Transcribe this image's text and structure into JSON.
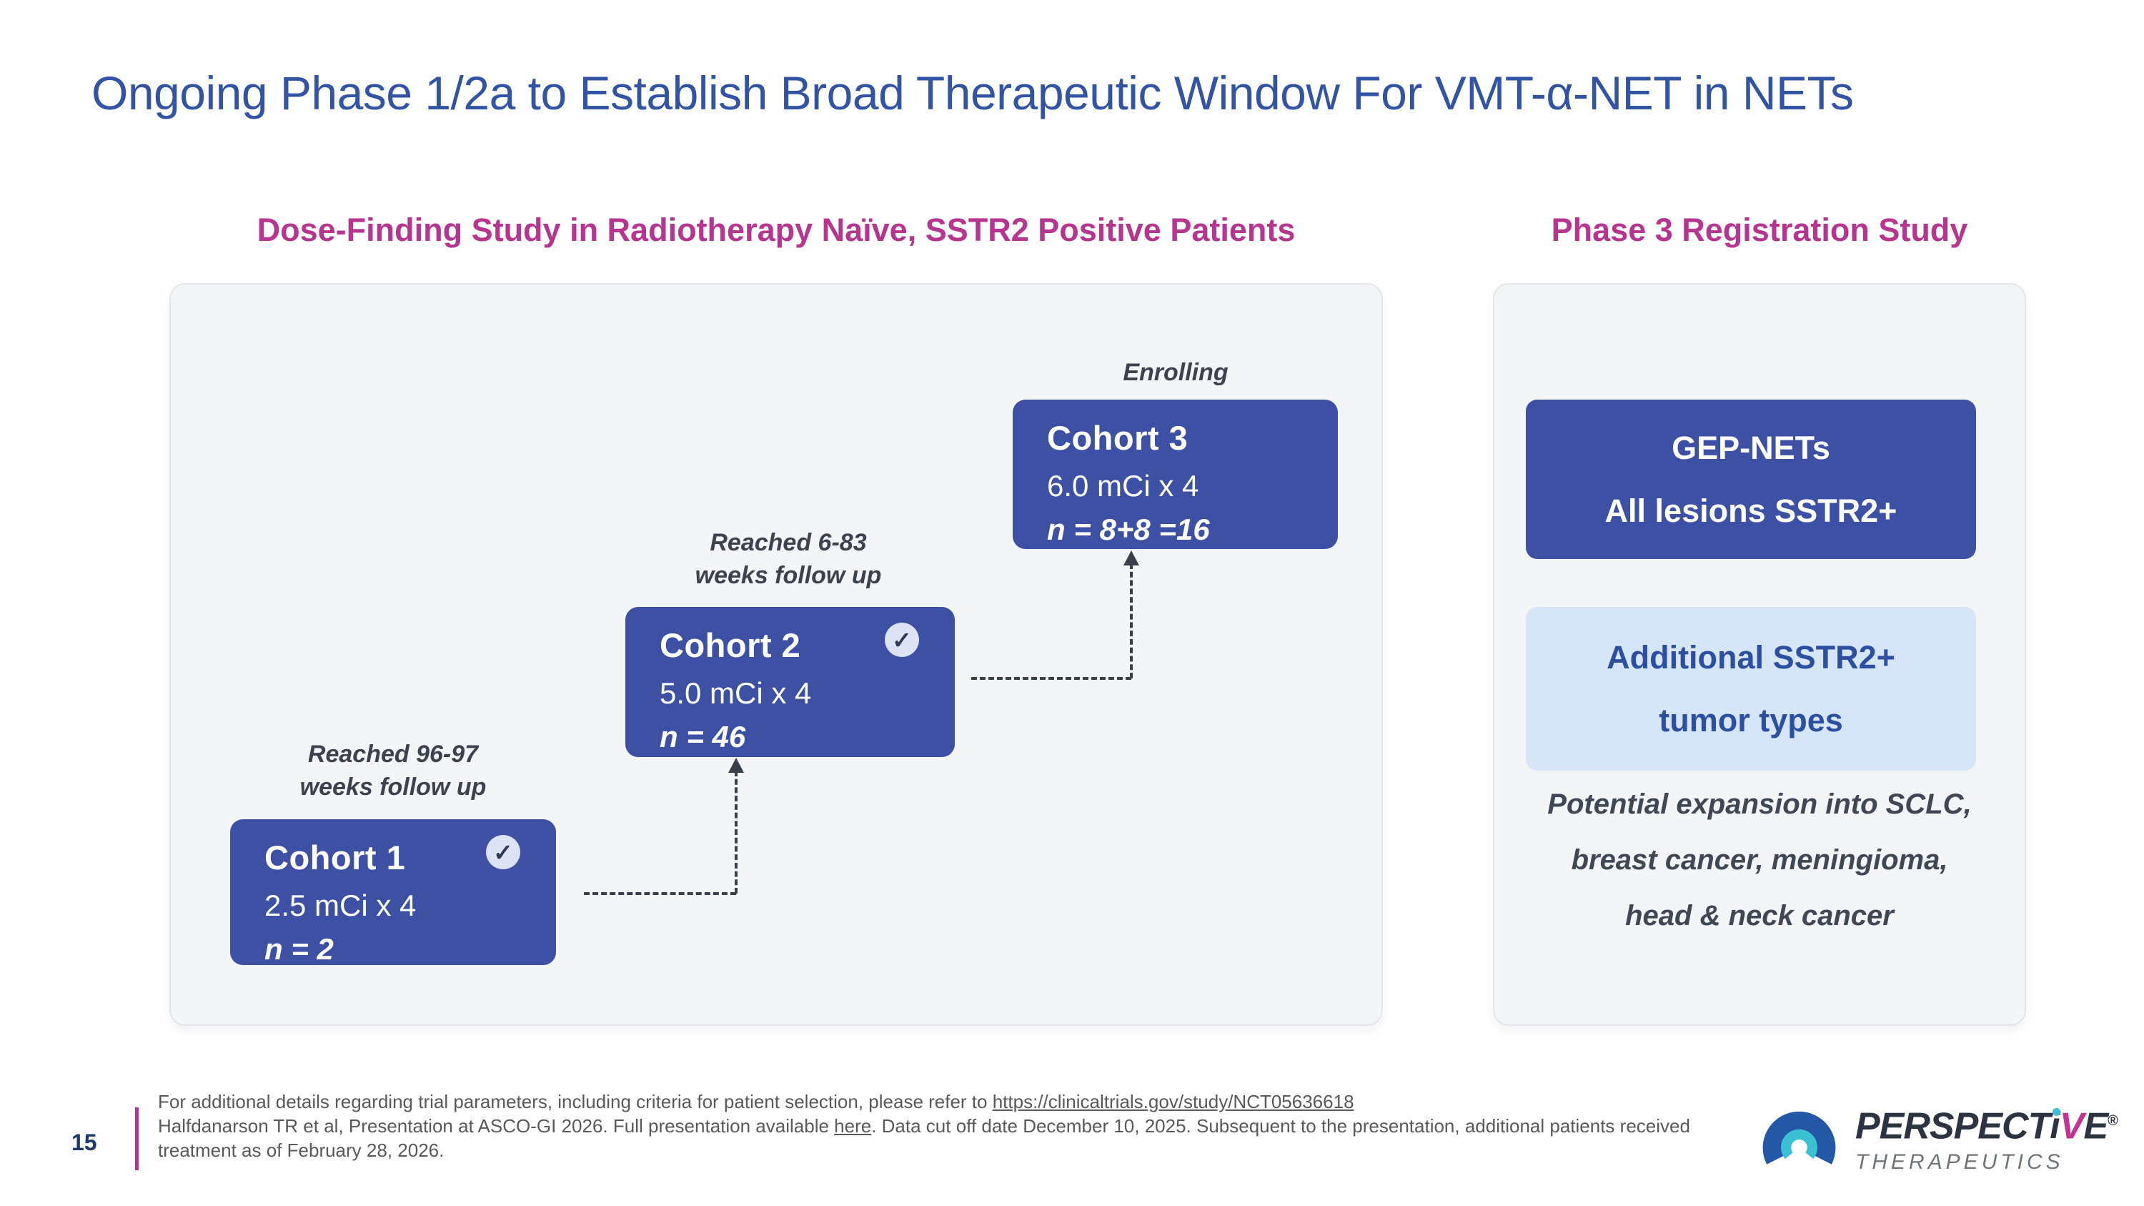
{
  "slide": {
    "title": "Ongoing Phase 1/2a to Establish Broad Therapeutic Window For VMT-α-NET in NETs"
  },
  "dose_finding": {
    "header": "Dose-Finding Study in Radiotherapy Naïve, SSTR2 Positive Patients",
    "cohorts": [
      {
        "name": "Cohort 1",
        "dose": "2.5 mCi x 4",
        "n": "n = 2",
        "status": "complete",
        "annotation": "Reached 96-97\nweeks follow up"
      },
      {
        "name": "Cohort 2",
        "dose": "5.0 mCi x 4",
        "n": "n = 46",
        "status": "complete",
        "annotation": "Reached 6-83\nweeks follow up"
      },
      {
        "name": "Cohort 3",
        "dose": "6.0 mCi x 4",
        "n": "n = 8+8 =16",
        "status": "enrolling",
        "annotation": "Enrolling"
      }
    ],
    "check_glyph": "✓"
  },
  "phase3": {
    "header": "Phase 3 Registration Study",
    "primary_box": {
      "line1": "GEP-NETs",
      "line2": "All lesions SSTR2+"
    },
    "secondary_box": {
      "line1": "Additional SSTR2+",
      "line2": "tumor types"
    },
    "note": "Potential expansion into SCLC,\nbreast cancer, meningioma,\nhead & neck cancer"
  },
  "footer": {
    "page_number": "15",
    "line1_text": "For additional details regarding trial parameters, including criteria for patient selection, please refer to ",
    "line1_link": "https://clinicaltrials.gov/study/NCT05636618",
    "line2_text": "Halfdanarson TR et al, Presentation at ASCO-GI 2026. Full presentation available ",
    "line2_link": "here",
    "line2_text_after": ". Data cut off date December 10, 2025. Subsequent to the presentation, additional patients received",
    "line3_text": "treatment as of February 28, 2026."
  },
  "logo": {
    "brand_prefix": "PERSPECT",
    "brand_i": "i",
    "brand_v": "V",
    "brand_suffix": "E",
    "registered": "®",
    "subtitle": "THERAPEUTICS"
  },
  "colors": {
    "title_blue": "#3353a4",
    "header_magenta": "#b5358f",
    "box_blue": "#3e50a4",
    "light_blue_box_bg": "#d7e5f8",
    "light_blue_box_text": "#2d4fa2",
    "panel_bg": "#f4f5f7",
    "annotation_gray": "#3c434e",
    "footer_gray": "#595959",
    "logo_blue": "#2557a7",
    "logo_teal": "#3cc0d3",
    "logo_magenta": "#c2348f"
  }
}
